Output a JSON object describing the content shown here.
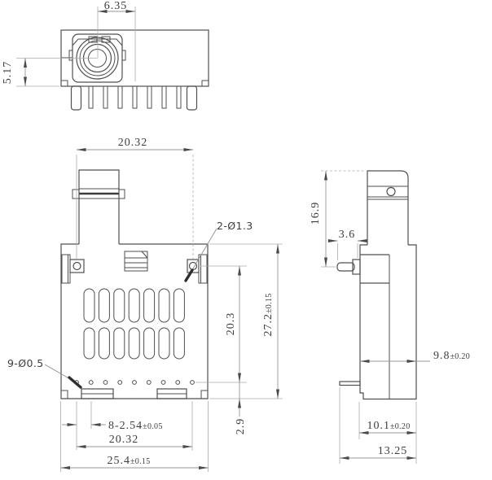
{
  "title": "Engineering dimension drawing - shielded jack component (three views)",
  "colors": {
    "background": "#ffffff",
    "outline": "#4f4f4f",
    "dimension_lines": "#979797",
    "text": "#3d3d3d"
  },
  "views": {
    "top": {
      "dims": {
        "jack_offset": "6.35",
        "jack_center_to_base": "5.17"
      }
    },
    "front": {
      "dims": {
        "mount_hole_spacing": "20.32",
        "mount_hole_callout": "2-Ø1.3",
        "hole_to_pin_row": "20.3",
        "body_height": "27.2",
        "body_height_tol": "±0.15",
        "pin_hole_callout": "9-Ø0.5",
        "pin_pitch": "8-2.54",
        "pin_pitch_tol": "±0.05",
        "pin_span": "20.32",
        "body_width": "25.4",
        "body_width_tol": "±0.15",
        "pin_row_to_bottom": "2.9"
      }
    },
    "side": {
      "dims": {
        "jack_section_height": "16.9",
        "stud_length": "3.6",
        "upper_depth": "9.8",
        "upper_depth_tol": "±0.20",
        "lower_depth": "10.1",
        "lower_depth_tol": "±0.20",
        "overall_depth": "13.25"
      }
    }
  }
}
